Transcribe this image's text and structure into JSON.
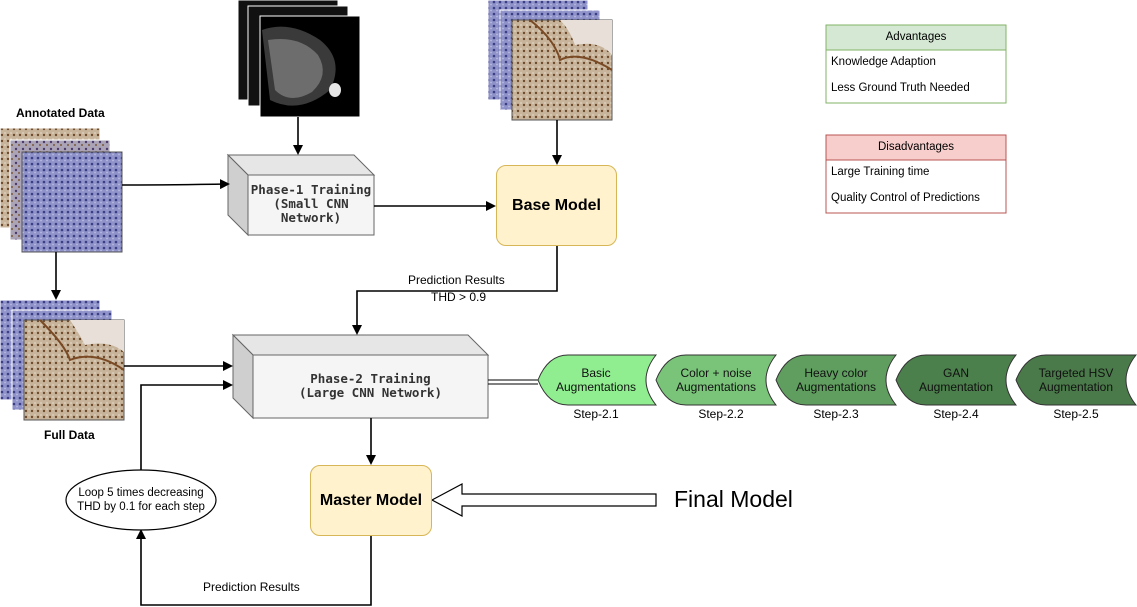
{
  "labels": {
    "annotated_data": "Annotated Data",
    "full_data": "Full Data",
    "prediction_results_top": "Prediction Results",
    "thd": "THD > 0.9",
    "prediction_results_bottom": "Prediction Results",
    "final_model": "Final Model"
  },
  "phase1": {
    "line1": "Phase-1 Training",
    "line2": "(Small CNN",
    "line3": "Network)"
  },
  "phase2": {
    "line1": "Phase-2 Training",
    "line2": "(Large CNN Network)"
  },
  "base_model": "Base Model",
  "master_model": "Master Model",
  "loop": {
    "line1": "Loop 5 times decreasing",
    "line2": "THD by 0.1 for each step"
  },
  "advantages": {
    "title": "Advantages",
    "items": [
      "Knowledge Adaption",
      "Less  Ground Truth Needed"
    ]
  },
  "disadvantages": {
    "title": "Disadvantages",
    "items": [
      "Large Training time",
      "Quality Control of Predictions"
    ]
  },
  "steps": [
    {
      "line1": "Basic",
      "line2": "Augmentations",
      "label": "Step-2.1"
    },
    {
      "line1": "Color + noise",
      "line2": "Augmentations",
      "label": "Step-2.2"
    },
    {
      "line1": "Heavy color",
      "line2": "Augmentations",
      "label": "Step-2.3"
    },
    {
      "line1": "GAN",
      "line2": "Augmentation",
      "label": "Step-2.4"
    },
    {
      "line1": "Targeted HSV",
      "line2": "Augmentation",
      "label": "Step-2.5"
    }
  ],
  "colors": {
    "step1": "#90ee90",
    "step2": "#7ac47a",
    "step3": "#5f9e5f",
    "step4": "#4b7f4b",
    "step5": "#4a7a4a",
    "advantages_header": "#d5e8d4",
    "advantages_border": "#82b366",
    "disadvantages_header": "#f8cecc",
    "disadvantages_border": "#b85450",
    "model_fill": "#fff2cc",
    "model_border": "#d6b656"
  }
}
